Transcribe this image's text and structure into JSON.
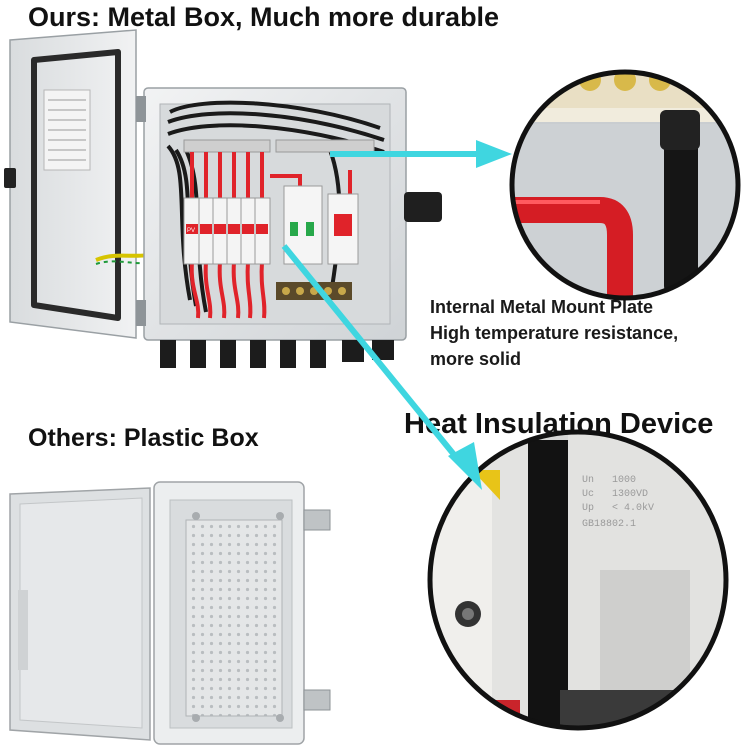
{
  "headings": {
    "ours": "Ours: Metal Box, Much more durable",
    "others": "Others: Plastic Box",
    "heat": "Heat Insulation Device"
  },
  "plate_description": {
    "line1": "Internal Metal Mount Plate",
    "line2": "High temperature resistance,",
    "line3": "more solid"
  },
  "device_labels": {
    "fuse": "PV",
    "spd_rating_un": "Un",
    "spd_rating_un_val": "1000",
    "spd_rating_uc": "Uc",
    "spd_rating_uc_val": "1300VD",
    "spd_rating_up": "Up",
    "spd_rating_up_val": "< 4.0kV",
    "spd_standard": "GB18802.1"
  },
  "colors": {
    "arrow": "#3fd6e0",
    "wire_red": "#e0232a",
    "wire_black": "#1a1a1a",
    "metal_box": "#e6e8ea",
    "plastic_box": "#eceeef"
  }
}
